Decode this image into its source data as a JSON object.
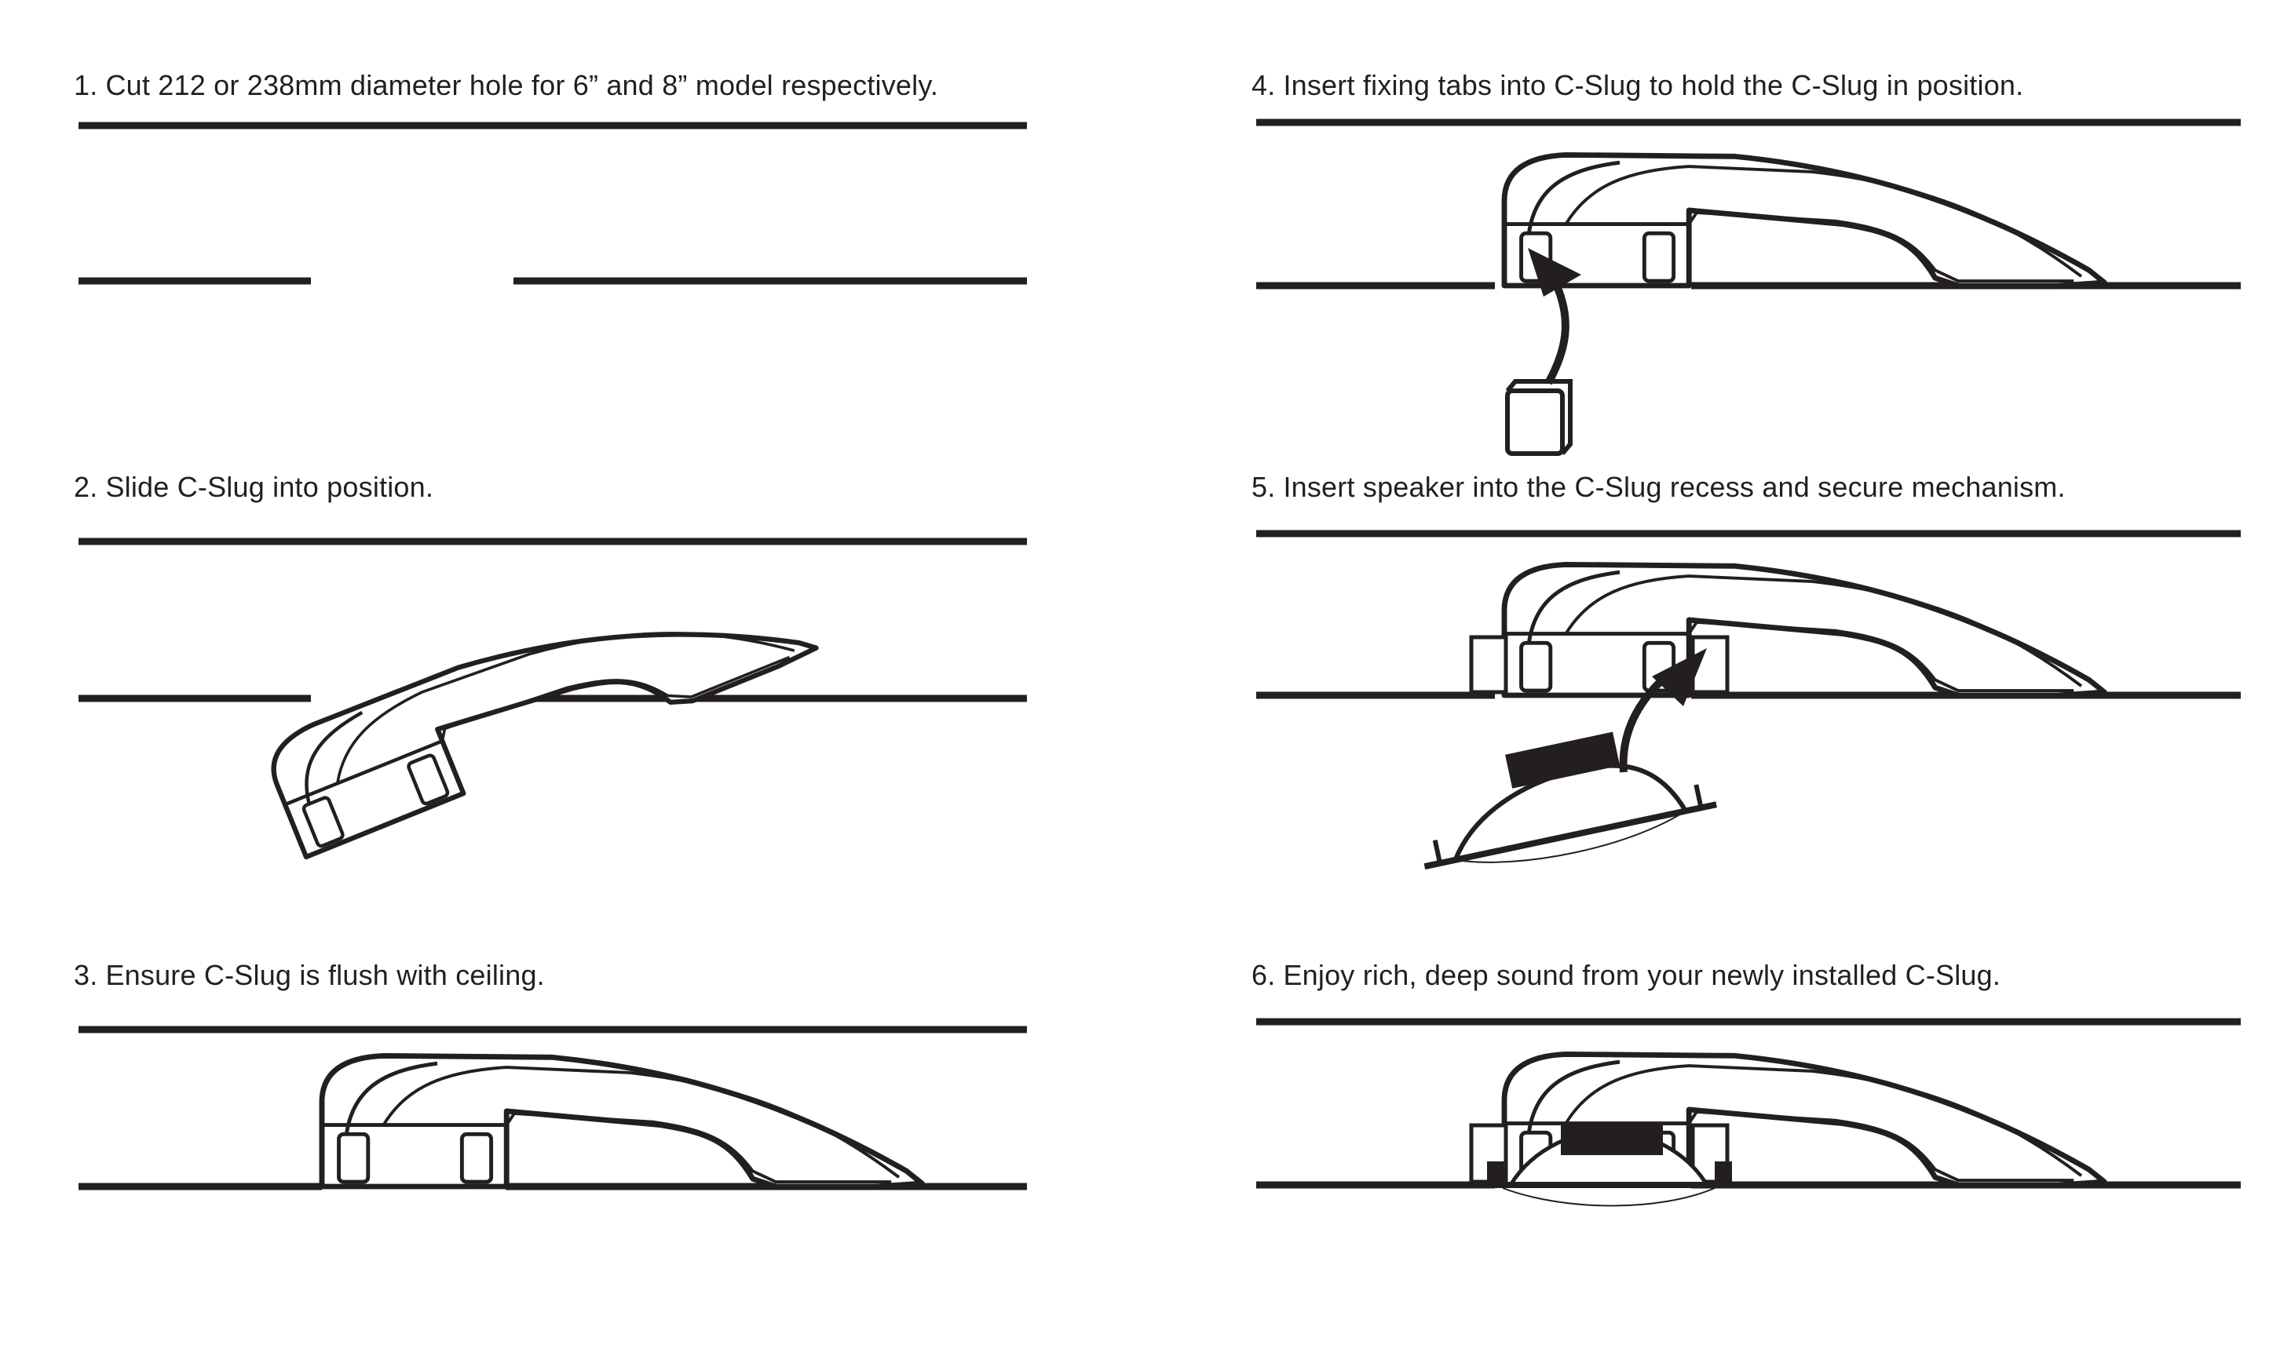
{
  "steps": [
    {
      "number": "1.",
      "text": "Cut 212 or 238mm diameter hole for 6” and 8” model respectively."
    },
    {
      "number": "2.",
      "text": "Slide C-Slug into position."
    },
    {
      "number": "3.",
      "text": "Ensure C-Slug is flush with ceiling."
    },
    {
      "number": "4.",
      "text": "Insert fixing tabs into C-Slug to hold the C-Slug in position."
    },
    {
      "number": "5.",
      "text": "Insert speaker into the C-Slug recess and secure mechanism."
    },
    {
      "number": "6.",
      "text": "Enjoy rich, deep sound from your newly installed C-Slug."
    }
  ],
  "colors": {
    "line": "#231f20",
    "background": "#ffffff"
  },
  "icons": [
    "c-slug-icon",
    "fixing-tab-icon",
    "speaker-icon",
    "insert-arrow-icon"
  ]
}
